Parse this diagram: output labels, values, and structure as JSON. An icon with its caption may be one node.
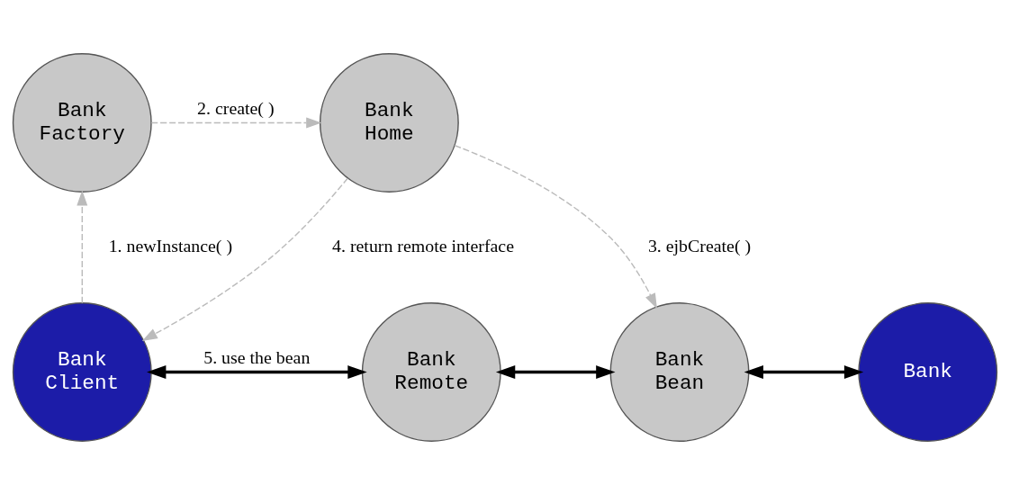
{
  "diagram": {
    "nodes": [
      {
        "text": [
          "Bank Factory"
        ]
      },
      {
        "text": [
          "Bank Home"
        ]
      },
      {
        "text": [
          "Bank Client"
        ]
      },
      {
        "text": [
          "Bank Remote"
        ]
      },
      {
        "text": [
          "Bank Bean"
        ]
      },
      {
        "text": [
          "Bank"
        ]
      }
    ],
    "edges": [
      {
        "from": 2,
        "to": 0,
        "arrow": "to",
        "style": "dashed",
        "label": "1. newInstance( )"
      },
      {
        "from": 0,
        "to": 1,
        "arrow": "to",
        "style": "dashed",
        "label": "2. create( )"
      },
      {
        "from": 1,
        "to": 4,
        "arrow": "to",
        "style": "dashed",
        "label": "3. ejbCreate( )"
      },
      {
        "from": 1,
        "to": 2,
        "arrow": "to",
        "style": "dashed",
        "label": "4. return remote interface"
      },
      {
        "from": 2,
        "to": 3,
        "arrow": "both",
        "style": "thick",
        "color": "#000000",
        "label": "5. use the bean"
      },
      {
        "from": 3,
        "to": 4,
        "arrow": "both",
        "style": "thick",
        "color": "#000000"
      },
      {
        "from": 4,
        "to": 5,
        "arrow": "both",
        "style": "thick",
        "color": "#000000"
      }
    ]
  }
}
